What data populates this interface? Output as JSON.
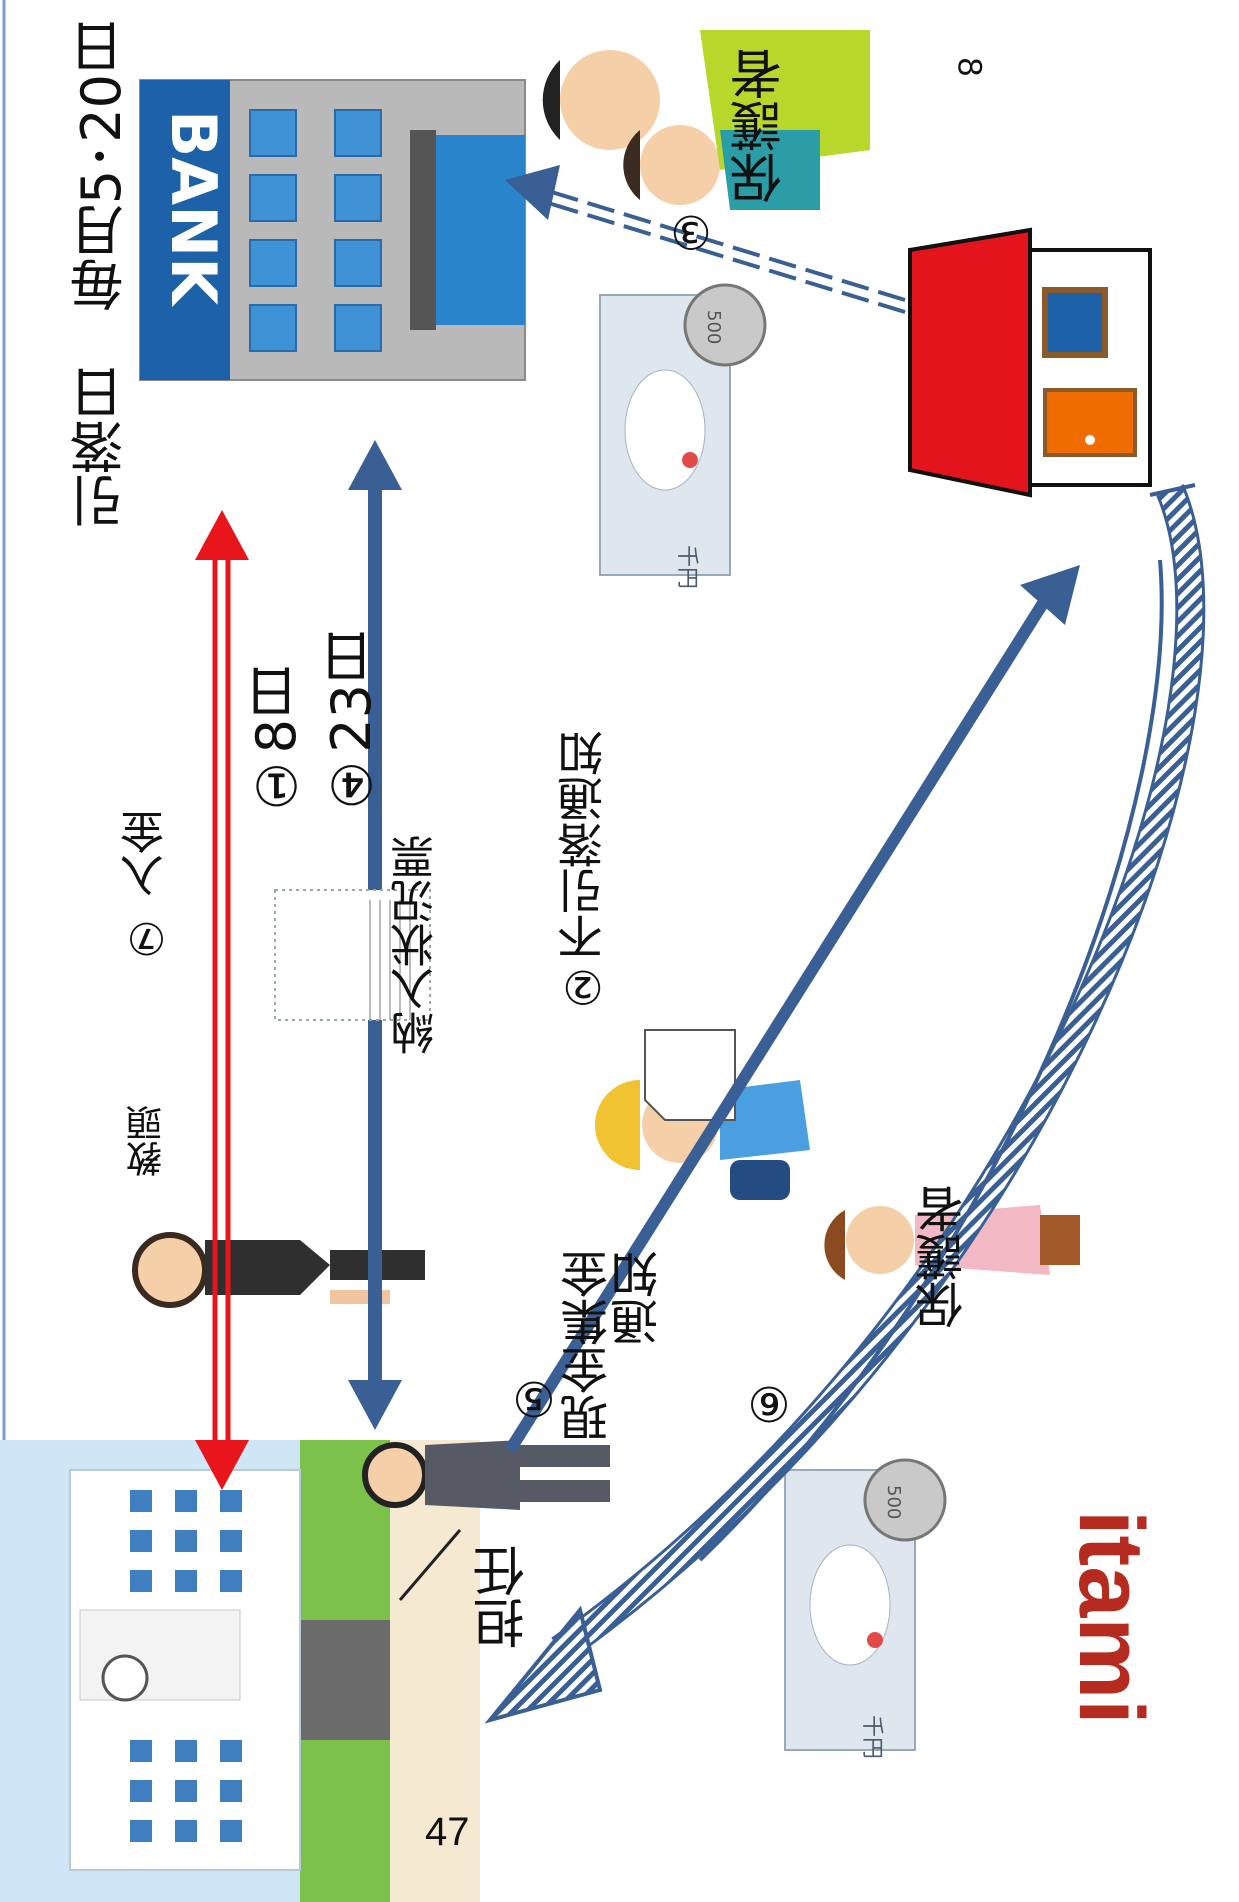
{
  "labels": {
    "withdrawal_date": "引落日　毎月5･20日",
    "step1": "①8日",
    "step4": "④23日",
    "payment_status_slip": "納入状況票",
    "step7": "⑦ 入金",
    "vice_principal": "教頭",
    "step2": "②不引落通知",
    "step3": "③",
    "guardian_top": "保護者",
    "step5_line1": "⑤",
    "step5_line2": "現金集金",
    "step5_line3": "通知",
    "guardian_bottom": "保護者",
    "step6": "⑥",
    "homeroom_teacher": "担任",
    "page_number_left": "47",
    "page_number_right": "8",
    "bank_sign": "BANK",
    "logo": "itami",
    "bill_denomination": "1000",
    "bill_kanji": "千円",
    "coin_value": "500"
  },
  "colors": {
    "blue_arrow": "#3a5f94",
    "red_arrow": "#e8161b",
    "bank_blue": "#1d62a8",
    "house_red": "#e3141b",
    "logo_red": "#b52b1f"
  }
}
